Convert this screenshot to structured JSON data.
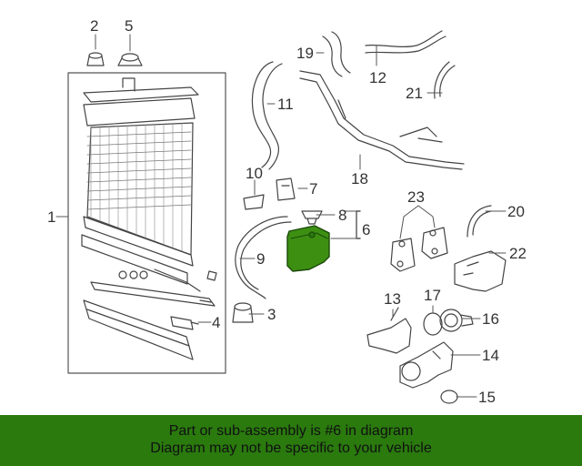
{
  "callouts": {
    "c1": "1",
    "c2": "2",
    "c3": "3",
    "c4": "4",
    "c5": "5",
    "c6": "6",
    "c7": "7",
    "c8": "8",
    "c9": "9",
    "c10": "10",
    "c11": "11",
    "c12": "12",
    "c13": "13",
    "c14": "14",
    "c15": "15",
    "c16": "16",
    "c17": "17",
    "c18": "18",
    "c19": "19",
    "c20": "20",
    "c21": "21",
    "c22": "22",
    "c23": "23"
  },
  "banner": {
    "line1": "Part or sub-assembly is #6 in diagram",
    "line2": "Diagram may not be specific to your vehicle"
  },
  "colors": {
    "highlight": "#2a7a0e",
    "highlight_part": "#3d8f12",
    "line": "#444444"
  }
}
